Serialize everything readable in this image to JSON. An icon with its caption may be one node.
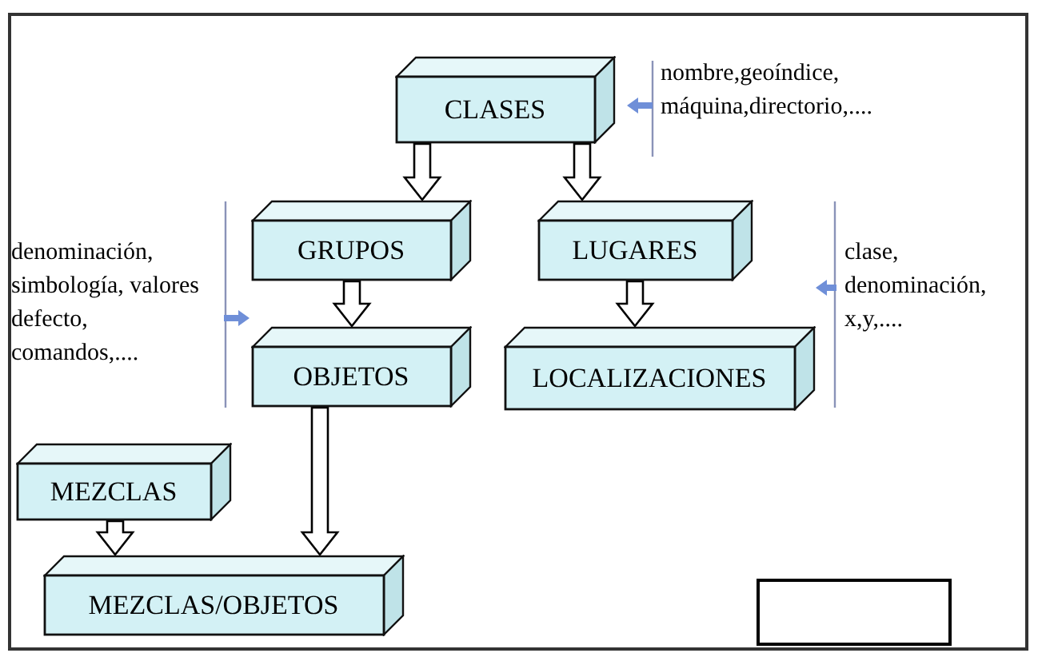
{
  "diagram": {
    "nodes": [
      {
        "text": [
          "CLASES"
        ]
      },
      {
        "text": [
          "nombre,geoíndice, máquina,directorio,...."
        ]
      },
      {
        "text": [
          "GRUPOS"
        ]
      },
      {
        "text": [
          "LUGARES"
        ]
      },
      {
        "text": [
          "denominación, simbología, valores defecto, comandos,...."
        ]
      },
      {
        "text": [
          "OBJETOS"
        ]
      },
      {
        "text": [
          "LOCALIZACIONES"
        ]
      },
      {
        "text": [
          "clase, denominación, x,y,...."
        ]
      },
      {
        "text": [
          "MEZCLAS"
        ]
      },
      {
        "text": [
          "MEZCLAS/OBJETOS"
        ]
      },
      {
        "text": [],
        "shape": "box"
      }
    ],
    "edges": [
      {
        "from": 0,
        "to": 2,
        "arrow": "to"
      },
      {
        "from": 0,
        "to": 3,
        "arrow": "to"
      },
      {
        "from": 2,
        "to": 5,
        "arrow": "to"
      },
      {
        "from": 3,
        "to": 6,
        "arrow": "to"
      },
      {
        "from": 5,
        "to": 9,
        "arrow": "to"
      },
      {
        "from": 8,
        "to": 9,
        "arrow": "to"
      },
      {
        "from": 1,
        "to": null,
        "arrow": "to",
        "color": "#6f8fd8"
      },
      {
        "from": 4,
        "to": null,
        "arrow": "to",
        "color": "#6f8fd8"
      },
      {
        "from": 7,
        "to": null,
        "arrow": "to",
        "color": "#6f8fd8"
      }
    ]
  }
}
